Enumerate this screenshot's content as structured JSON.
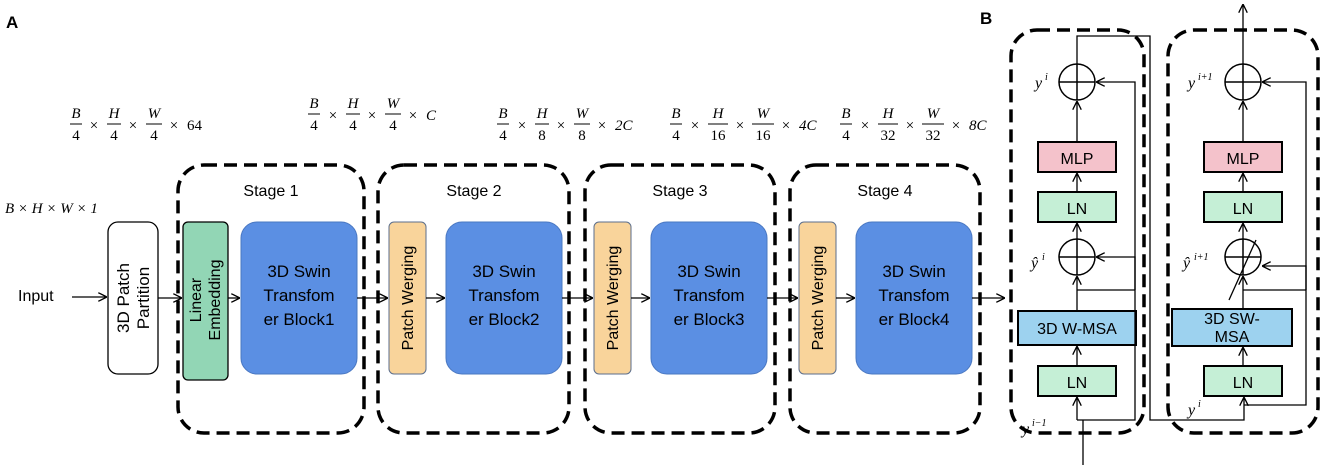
{
  "panel_a": {
    "label": "A",
    "input_label": "Input",
    "input_dims": "B × H × W × 1",
    "patch_partition": "3D Patch Partition",
    "linear_embedding": "Linear Embedding",
    "stage_titles": [
      "Stage 1",
      "Stage 2",
      "Stage 3",
      "Stage 4"
    ],
    "patch_merging": "Patch Werging",
    "swin_blocks": [
      [
        "3D Swin",
        "Transfom",
        "er Block1"
      ],
      [
        "3D Swin",
        "Transfom",
        "er Block2"
      ],
      [
        "3D Swin",
        "Transfom",
        "er Block3"
      ],
      [
        "3D Swin",
        "Transfom",
        "er Block4"
      ]
    ],
    "dims": [
      {
        "f1": [
          "B",
          "4"
        ],
        "f2": [
          "H",
          "4"
        ],
        "f3": [
          "W",
          "4"
        ],
        "tail": "64"
      },
      {
        "f1": [
          "B",
          "4"
        ],
        "f2": [
          "H",
          "4"
        ],
        "f3": [
          "W",
          "4"
        ],
        "tail": "C"
      },
      {
        "f1": [
          "B",
          "4"
        ],
        "f2": [
          "H",
          "8"
        ],
        "f3": [
          "W",
          "8"
        ],
        "tail": "2C"
      },
      {
        "f1": [
          "B",
          "4"
        ],
        "f2": [
          "H",
          "16"
        ],
        "f3": [
          "W",
          "16"
        ],
        "tail": "4C"
      },
      {
        "f1": [
          "B",
          "4"
        ],
        "f2": [
          "H",
          "32"
        ],
        "f3": [
          "W",
          "32"
        ],
        "tail": "8C"
      }
    ]
  },
  "panel_b": {
    "label": "B",
    "block1": {
      "mlp": "MLP",
      "ln_top": "LN",
      "msa": "3D W-MSA",
      "ln_bottom": "LN",
      "y_out": "y",
      "y_out_sup": "i",
      "y_mid": "ŷ",
      "y_mid_sup": "i",
      "y_in": "y",
      "y_in_sup": "i−1"
    },
    "block2": {
      "mlp": "MLP",
      "ln_top": "LN",
      "msa_line1": "3D SW-",
      "msa_line2": "MSA",
      "ln_bottom": "LN",
      "y_out": "y",
      "y_out_sup": "i+1",
      "y_mid": "ŷ",
      "y_mid_sup": "i+1",
      "y_in": "y",
      "y_in_sup": "i"
    }
  },
  "colors": {
    "linear_embedding": "#92d6b5",
    "patch_merging": "#f9d49b",
    "swin_block": "#5b8fe3",
    "mlp": "#f4c2cb",
    "ln": "#c5efd6",
    "msa": "#9dd2ef"
  }
}
